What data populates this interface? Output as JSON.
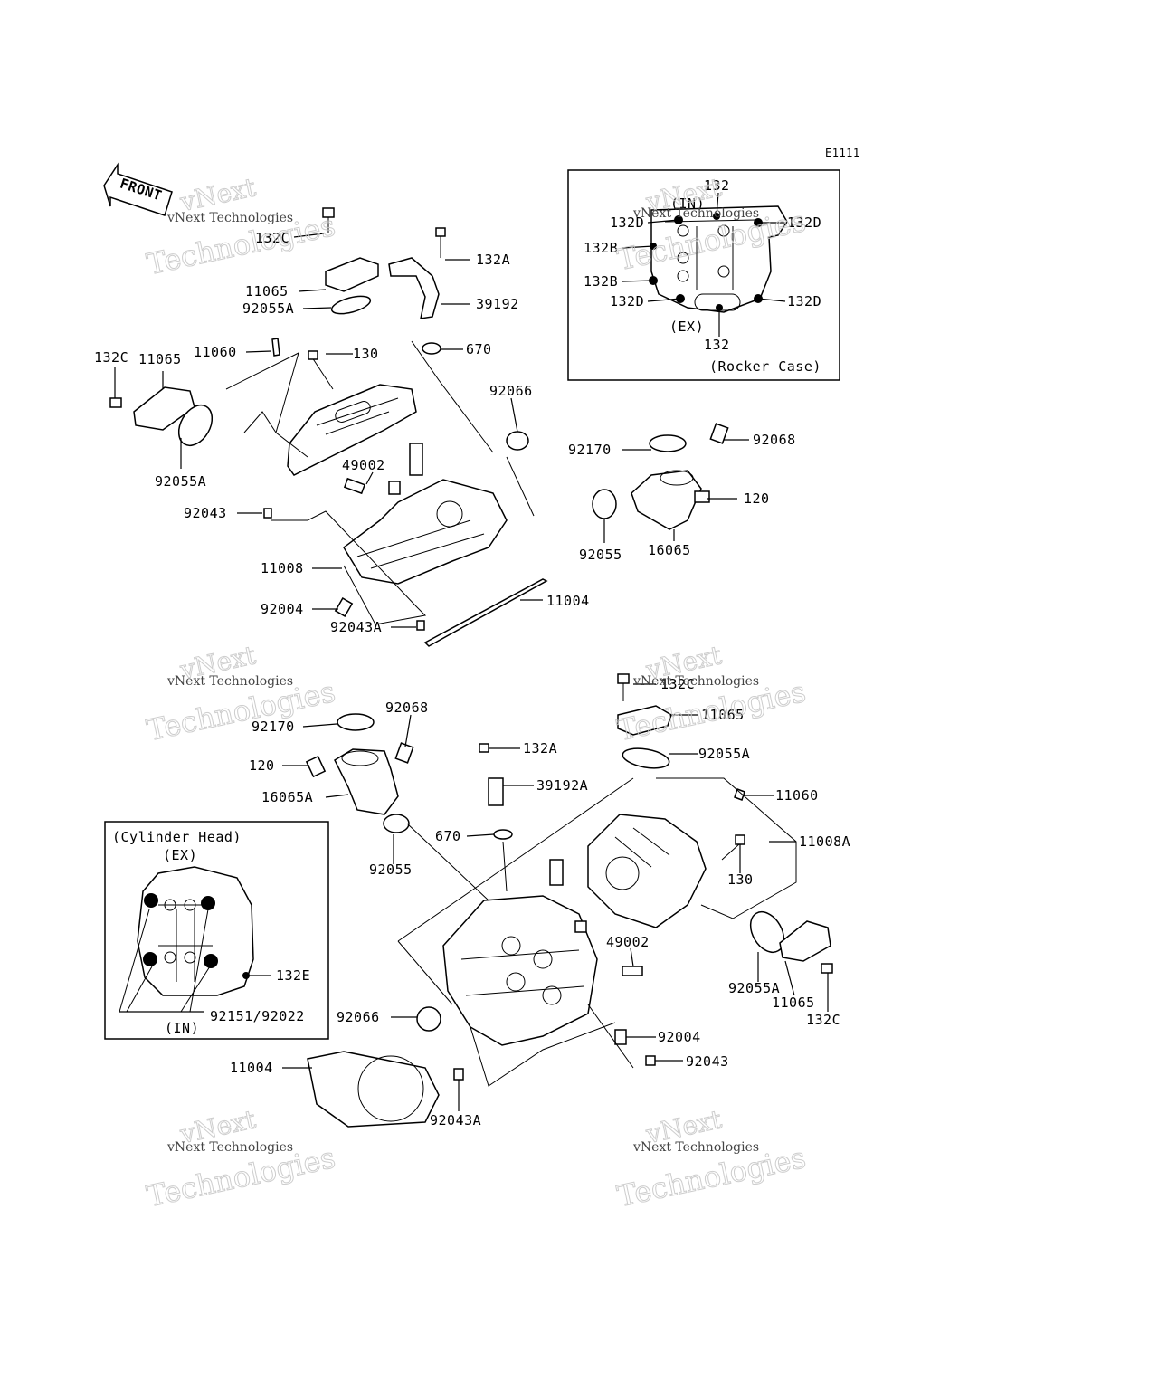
{
  "diagram": {
    "code": "E1111",
    "front_arrow_text": "FRONT",
    "rocker_inset": {
      "title": "(Rocker Case)",
      "in_label": "(IN)",
      "ex_label": "(EX)",
      "labels": [
        "132",
        "132D",
        "132D",
        "132B",
        "132B",
        "132D",
        "132D",
        "132"
      ]
    },
    "cylinder_inset": {
      "title": "(Cylinder Head)",
      "ex_label": "(EX)",
      "in_label": "(IN)",
      "labels": [
        "132E",
        "92151/92022"
      ]
    },
    "front_labels": [
      "132C",
      "132A",
      "11065",
      "39192",
      "92055A",
      "11060",
      "130",
      "670",
      "132C",
      "11065",
      "92066",
      "92055A",
      "49002",
      "92043",
      "92170",
      "92068",
      "120",
      "92055",
      "16065",
      "11008",
      "92004",
      "11004",
      "92043A"
    ],
    "rear_labels": [
      "132C",
      "11065",
      "92170",
      "92068",
      "132A",
      "92055A",
      "120",
      "39192A",
      "16065A",
      "11060",
      "670",
      "92055",
      "11008A",
      "130",
      "49002",
      "92055A",
      "11065",
      "132C",
      "92066",
      "92004",
      "11004",
      "92043",
      "92043A"
    ]
  },
  "watermark": {
    "brand": "vNext",
    "line": "vNext Technologies",
    "big": "Technologies"
  }
}
